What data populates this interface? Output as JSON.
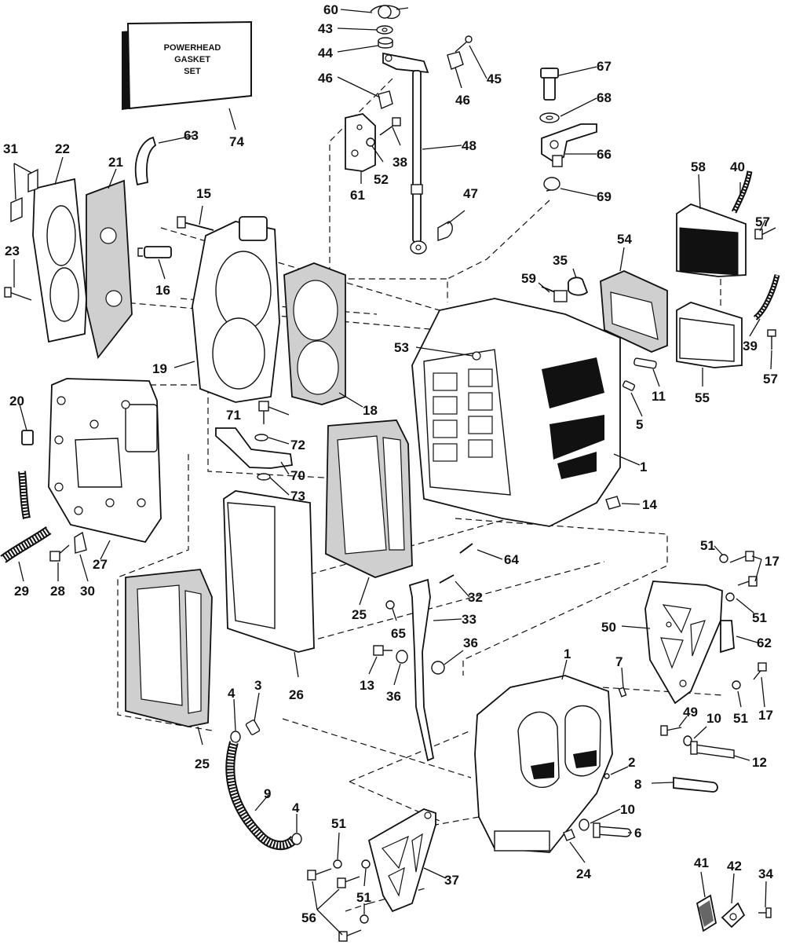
{
  "box": {
    "line1": "POWERHEAD",
    "line2": "GASKET",
    "line3": "SET"
  },
  "callouts": [
    {
      "id": "c60",
      "text": "60"
    },
    {
      "id": "c43",
      "text": "43"
    },
    {
      "id": "c44",
      "text": "44"
    },
    {
      "id": "c46a",
      "text": "46"
    },
    {
      "id": "c46b",
      "text": "46"
    },
    {
      "id": "c45",
      "text": "45"
    },
    {
      "id": "c48",
      "text": "48"
    },
    {
      "id": "c38",
      "text": "38"
    },
    {
      "id": "c52",
      "text": "52"
    },
    {
      "id": "c61",
      "text": "61"
    },
    {
      "id": "c47",
      "text": "47"
    },
    {
      "id": "c67",
      "text": "67"
    },
    {
      "id": "c68",
      "text": "68"
    },
    {
      "id": "c66",
      "text": "66"
    },
    {
      "id": "c69",
      "text": "69"
    },
    {
      "id": "c58",
      "text": "58"
    },
    {
      "id": "c40",
      "text": "40"
    },
    {
      "id": "c57a",
      "text": "57"
    },
    {
      "id": "c74",
      "text": "74"
    },
    {
      "id": "c63",
      "text": "63"
    },
    {
      "id": "c31",
      "text": "31"
    },
    {
      "id": "c22",
      "text": "22"
    },
    {
      "id": "c21",
      "text": "21"
    },
    {
      "id": "c15",
      "text": "15"
    },
    {
      "id": "c23",
      "text": "23"
    },
    {
      "id": "c16",
      "text": "16"
    },
    {
      "id": "c19",
      "text": "19"
    },
    {
      "id": "c18",
      "text": "18"
    },
    {
      "id": "c54",
      "text": "54"
    },
    {
      "id": "c35",
      "text": "35"
    },
    {
      "id": "c59",
      "text": "59"
    },
    {
      "id": "c53",
      "text": "53"
    },
    {
      "id": "c39",
      "text": "39"
    },
    {
      "id": "c57b",
      "text": "57"
    },
    {
      "id": "c55",
      "text": "55"
    },
    {
      "id": "c11",
      "text": "11"
    },
    {
      "id": "c5",
      "text": "5"
    },
    {
      "id": "c1a",
      "text": "1"
    },
    {
      "id": "c14",
      "text": "14"
    },
    {
      "id": "c20",
      "text": "20"
    },
    {
      "id": "c71",
      "text": "71"
    },
    {
      "id": "c72",
      "text": "72"
    },
    {
      "id": "c70",
      "text": "70"
    },
    {
      "id": "c73",
      "text": "73"
    },
    {
      "id": "c27",
      "text": "27"
    },
    {
      "id": "c28",
      "text": "28"
    },
    {
      "id": "c30",
      "text": "30"
    },
    {
      "id": "c29",
      "text": "29"
    },
    {
      "id": "c64",
      "text": "64"
    },
    {
      "id": "c32",
      "text": "32"
    },
    {
      "id": "c33",
      "text": "33"
    },
    {
      "id": "c25a",
      "text": "25"
    },
    {
      "id": "c65",
      "text": "65"
    },
    {
      "id": "c36a",
      "text": "36"
    },
    {
      "id": "c36b",
      "text": "36"
    },
    {
      "id": "c13",
      "text": "13"
    },
    {
      "id": "c26",
      "text": "26"
    },
    {
      "id": "c51a",
      "text": "51"
    },
    {
      "id": "c17a",
      "text": "17"
    },
    {
      "id": "c51b",
      "text": "51"
    },
    {
      "id": "c50",
      "text": "50"
    },
    {
      "id": "c62",
      "text": "62"
    },
    {
      "id": "c1b",
      "text": "1"
    },
    {
      "id": "c7",
      "text": "7"
    },
    {
      "id": "c49",
      "text": "49"
    },
    {
      "id": "c10a",
      "text": "10"
    },
    {
      "id": "c51c",
      "text": "51"
    },
    {
      "id": "c17b",
      "text": "17"
    },
    {
      "id": "c12",
      "text": "12"
    },
    {
      "id": "c2",
      "text": "2"
    },
    {
      "id": "c8",
      "text": "8"
    },
    {
      "id": "c3",
      "text": "3"
    },
    {
      "id": "c4a",
      "text": "4"
    },
    {
      "id": "c25b",
      "text": "25"
    },
    {
      "id": "c9",
      "text": "9"
    },
    {
      "id": "c4b",
      "text": "4"
    },
    {
      "id": "c10b",
      "text": "10"
    },
    {
      "id": "c6",
      "text": "6"
    },
    {
      "id": "c24",
      "text": "24"
    },
    {
      "id": "c51d",
      "text": "51"
    },
    {
      "id": "c37",
      "text": "37"
    },
    {
      "id": "c51e",
      "text": "51"
    },
    {
      "id": "c56",
      "text": "56"
    },
    {
      "id": "c41",
      "text": "41"
    },
    {
      "id": "c42",
      "text": "42"
    },
    {
      "id": "c34",
      "text": "34"
    }
  ]
}
